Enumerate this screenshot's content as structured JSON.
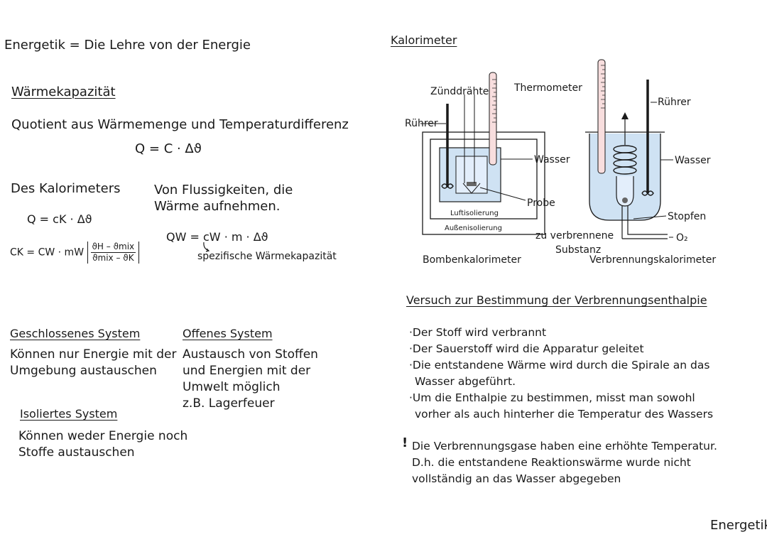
{
  "title": "Energetik = Die Lehre von der Energie",
  "left": {
    "heat_capacity": {
      "heading": "Wärmekapazität",
      "definition": "Quotient aus Wärmemenge und Temperaturdifferenz",
      "formula": "Q = C · Δϑ"
    },
    "calorimeter_cap": {
      "heading": "Des Kalorimeters",
      "formula1": "Q = cK · Δϑ",
      "formula2_lhs": "CK = CW · mW",
      "frac_num": "ϑH – ϑmix",
      "frac_den": "ϑmix – ϑK"
    },
    "liquids": {
      "heading_line1": "Von Flussigkeiten, die",
      "heading_line2": "Wärme aufnehmen.",
      "formula": "QW = cW · m · Δϑ",
      "note": "spezifische Wärmekapazität"
    },
    "systems": {
      "closed": {
        "heading": "Geschlossenes System",
        "line1": "Können nur Energie mit der",
        "line2": "Umgebung austauschen"
      },
      "open": {
        "heading": "Offenes System",
        "line1": "Austausch von Stoffen",
        "line2": "und Energien mit der",
        "line3": "Umwelt möglich",
        "line4": "z.B. Lagerfeuer"
      },
      "isolated": {
        "heading": "Isoliertes System",
        "line1": "Können weder Energie noch",
        "line2": "Stoffe austauschen"
      }
    }
  },
  "right": {
    "heading": "Kalorimeter",
    "diagram": {
      "zunddrahte": "Zünddrähte",
      "thermometer": "Thermometer",
      "ruhrer_left": "Rührer",
      "wasser_left": "Wasser",
      "probe": "Probe",
      "luftisolierung": "Luftisolierung",
      "aussenisolierung": "Außenisolierung",
      "bomb_caption": "Bombenkalorimeter",
      "ruhrer_right": "Rührer",
      "wasser_right": "Wasser",
      "stopfen": "Stopfen",
      "o2": "O₂",
      "substance_line1": "zu verbrennene",
      "substance_line2": "Substanz",
      "comb_caption": "Verbrennungskalorimeter"
    },
    "experiment": {
      "heading": "Versuch zur Bestimmung der Verbrennungsenthalpie",
      "b1": "·Der Stoff wird verbrannt",
      "b2": "·Der Sauerstoff wird die Apparatur geleitet",
      "b3a": "·Die entstandene Wärme wird durch die Spirale an das",
      "b3b": "Wasser abgeführt.",
      "b4a": "·Um die Enthalpie zu bestimmen, misst man sowohl",
      "b4b": "vorher als auch hinterher die Temperatur des Wassers"
    },
    "note": {
      "mark": "!",
      "line1": "Die Verbrennungsgase haben eine erhöhte Temperatur.",
      "line2": "D.h. die entstandene Reaktionswärme wurde nicht",
      "line3": "vollständig an das Wasser abgegeben"
    }
  },
  "footer": "Energetik"
}
